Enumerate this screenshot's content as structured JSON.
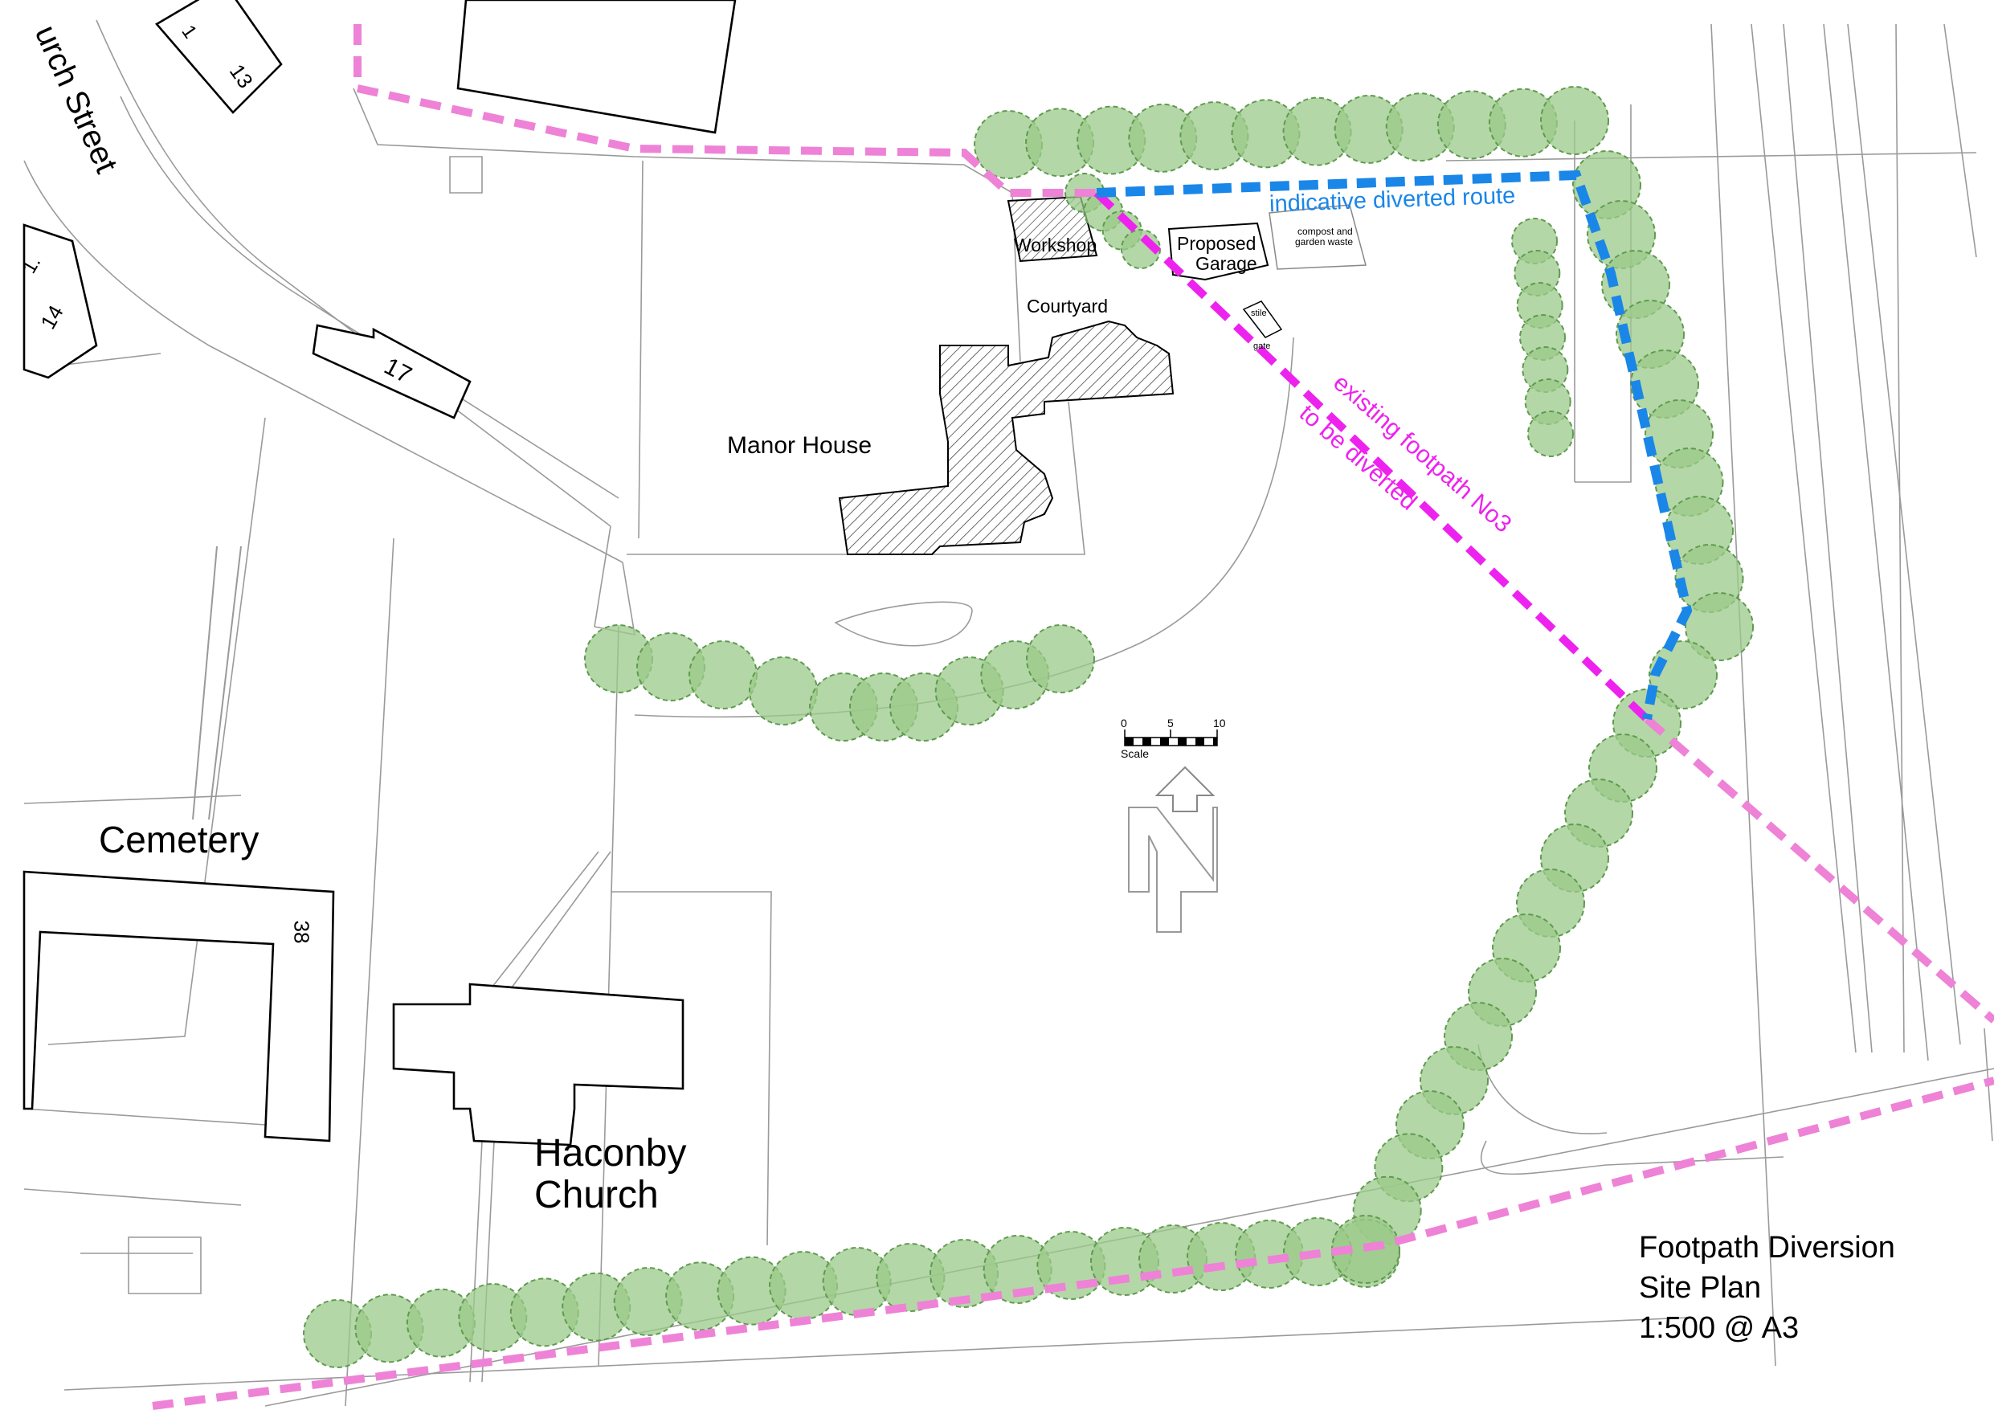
{
  "colors": {
    "existing_footpath": "#ee82d6",
    "existing_footpath_diverted": "#ee22ee",
    "diverted_route": "#1a86e8",
    "tree_fill": "#9bc98a",
    "tree_stroke": "#5f9a4f",
    "building_hatch": "#555555",
    "line": "#000000"
  },
  "streets": {
    "church_street": "urch Street"
  },
  "house_numbers": {
    "n13": "13",
    "n1": "1",
    "n14": "14",
    "n17": "17",
    "n38": "38",
    "n_partial": "1."
  },
  "places": {
    "workshop": "Workshop",
    "proposed_garage_line1": "Proposed",
    "proposed_garage_line2": "Garage",
    "compost_line1": "compost and",
    "compost_line2": "garden waste",
    "courtyard": "Courtyard",
    "stile": "stile",
    "gate": "gate",
    "manor_house": "Manor House",
    "cemetery": "Cemetery",
    "church_line1": "Haconby",
    "church_line2": "Church"
  },
  "route_labels": {
    "diverted_route": "indicative diverted route",
    "existing_line1": "existing footpath No3",
    "existing_line2": "to be diverted"
  },
  "scale_bar": {
    "ticks": [
      "0",
      "5",
      "10"
    ],
    "label": "Scale"
  },
  "north_arrow": {
    "icon": "north-arrow-icon",
    "letter": "N"
  },
  "title_block": {
    "line1": "Footpath Diversion",
    "line2": "Site Plan",
    "line3": "1:500 @ A3"
  }
}
